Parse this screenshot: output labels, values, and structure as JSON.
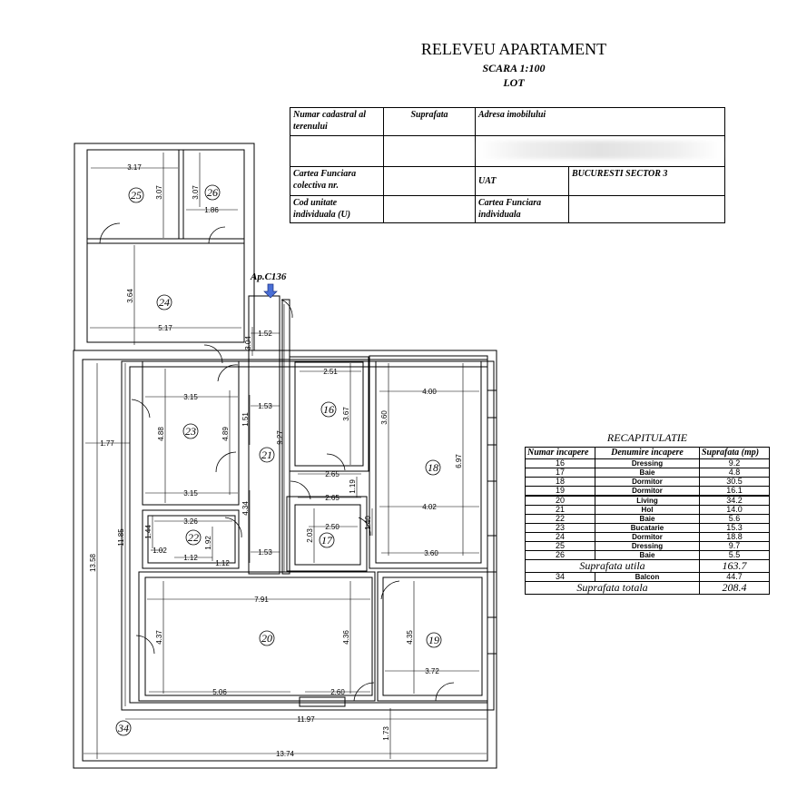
{
  "header": {
    "title": "RELEVEU APARTAMENT",
    "scale": "SCARA 1:100",
    "lot": "LOT"
  },
  "info_table": {
    "numar_cadastral": "Numar cadastral al terenului",
    "suprafata": "Suprafata",
    "adresa": "Adresa imobilului",
    "carte_funciara_colectiva": "Cartea Funciara colectiva nr.",
    "uat": "UAT",
    "uat_value": "BUCURESTI SECTOR 3",
    "cod_unitate": "Cod unitate individuala (U)",
    "carte_funciara_individuala": "Cartea Funciara individuala"
  },
  "recap": {
    "title": "RECAPITULATIE",
    "col_numar": "Numar incapere",
    "col_denumire": "Denumire incapere",
    "col_suprafata": "Suprafata (mp)",
    "rows": [
      {
        "nr": "16",
        "name": "Dressing",
        "area": "9.2"
      },
      {
        "nr": "17",
        "name": "Baie",
        "area": "4.8"
      },
      {
        "nr": "18",
        "name": "Dormitor",
        "area": "30.5"
      },
      {
        "nr": "19",
        "name": "Dormitor",
        "area": "16.1"
      },
      {
        "nr": "20",
        "name": "Living",
        "area": "34.2"
      },
      {
        "nr": "21",
        "name": "Hol",
        "area": "14.0"
      },
      {
        "nr": "22",
        "name": "Baie",
        "area": "5.6"
      },
      {
        "nr": "23",
        "name": "Bucatarie",
        "area": "15.3"
      },
      {
        "nr": "24",
        "name": "Dormitor",
        "area": "18.8"
      },
      {
        "nr": "25",
        "name": "Dressing",
        "area": "9.7"
      },
      {
        "nr": "26",
        "name": "Baie",
        "area": "5.5"
      }
    ],
    "suprafata_utila_label": "Suprafata utila",
    "suprafata_utila": "163.7",
    "balcon_nr": "34",
    "balcon_name": "Balcon",
    "balcon_area": "44.7",
    "suprafata_totala_label": "Suprafata totala",
    "suprafata_totala": "208.4"
  },
  "plan": {
    "entrance_label": "Ap.C136",
    "room_labels": [
      "25",
      "26",
      "24",
      "16",
      "18",
      "23",
      "21",
      "22",
      "17",
      "20",
      "19",
      "34"
    ],
    "dimensions": [
      "3.17",
      "3.07",
      "3.07",
      "1.86",
      "3.64",
      "5.17",
      "1.52",
      "3.04",
      "2.51",
      "3.67",
      "4.00",
      "3.60",
      "3.15",
      "4.88",
      "4.89",
      "1.51",
      "1.53",
      "9.27",
      "6.97",
      "1.77",
      "3.15",
      "2.65",
      "1.19",
      "2.65",
      "4.02",
      "2.50",
      "2.03",
      "1.40",
      "3.26",
      "1.44",
      "1.92",
      "4.34",
      "1.02",
      "1.12",
      "1.12",
      "1.53",
      "3.60",
      "13.58",
      "11.85",
      "7.91",
      "4.37",
      "4.36",
      "4.35",
      "5.06",
      "2.60",
      "3.72",
      "11.97",
      "1.73",
      "13.74"
    ]
  }
}
